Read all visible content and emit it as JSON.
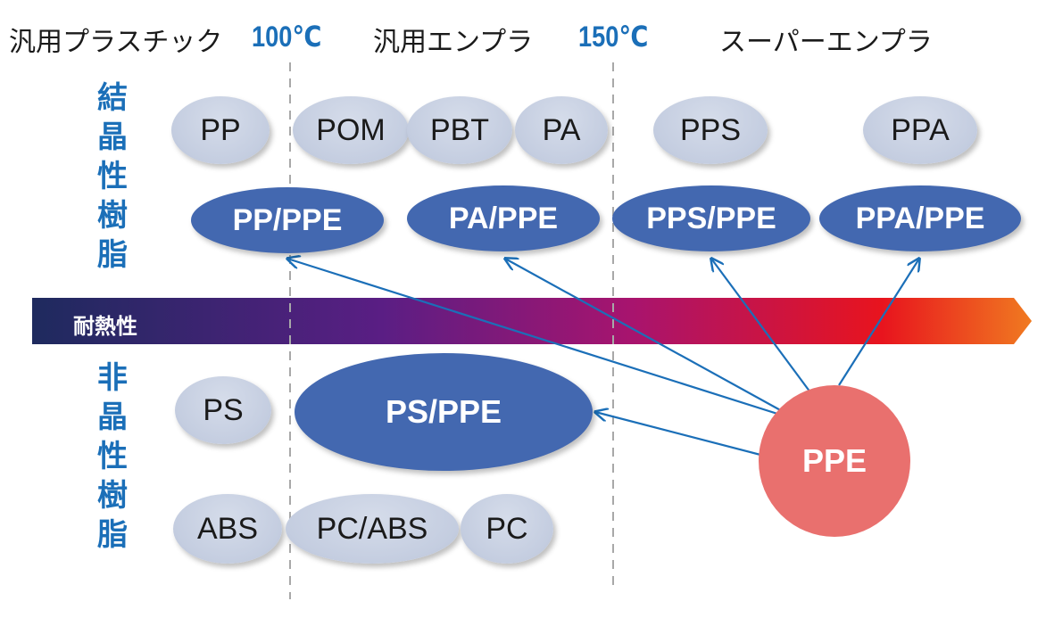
{
  "categories": {
    "general_plastic": "汎用プラスチック",
    "temp_100": "100℃",
    "general_engineering": "汎用エンプラ",
    "temp_150": "150℃",
    "super_engineering": "スーパーエンプラ"
  },
  "crystalline_label": [
    "結",
    "晶",
    "性",
    "樹",
    "脂"
  ],
  "amorphous_label": [
    "非",
    "晶",
    "性",
    "樹",
    "脂"
  ],
  "heat_resistance_label": "耐熱性",
  "crystalline_resins": [
    "PP",
    "POM",
    "PBT",
    "PA",
    "PPS",
    "PPA"
  ],
  "crystalline_alloys": [
    "PP/PPE",
    "PA/PPE",
    "PPS/PPE",
    "PPA/PPE"
  ],
  "amorphous_resins": [
    "PS",
    "ABS",
    "PC/ABS",
    "PC"
  ],
  "amorphous_alloys": [
    "PS/PPE"
  ],
  "source_resin": "PPE",
  "colors": {
    "accent_blue": "#1b6fb8",
    "alloy_blue": "#4368b0",
    "resin_grey": "#c4cde0",
    "ppe_red": "#e9706e",
    "band_start": "#1e2a5e",
    "band_mid": "#8a1a7c",
    "band_end": "#f07a20"
  }
}
